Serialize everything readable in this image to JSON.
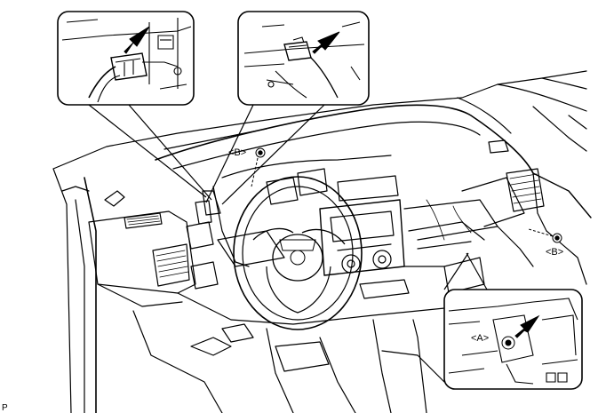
{
  "labels": {
    "clip_b_top": "<B>",
    "clip_b_right": "<B>",
    "clip_a_inset": "<A>"
  },
  "figure_code": "P",
  "colors": {
    "line": "#000000",
    "background": "#ffffff"
  },
  "icons": [
    "arrow-icon",
    "bolt-icon",
    "clip-icon",
    "connector-icon"
  ]
}
